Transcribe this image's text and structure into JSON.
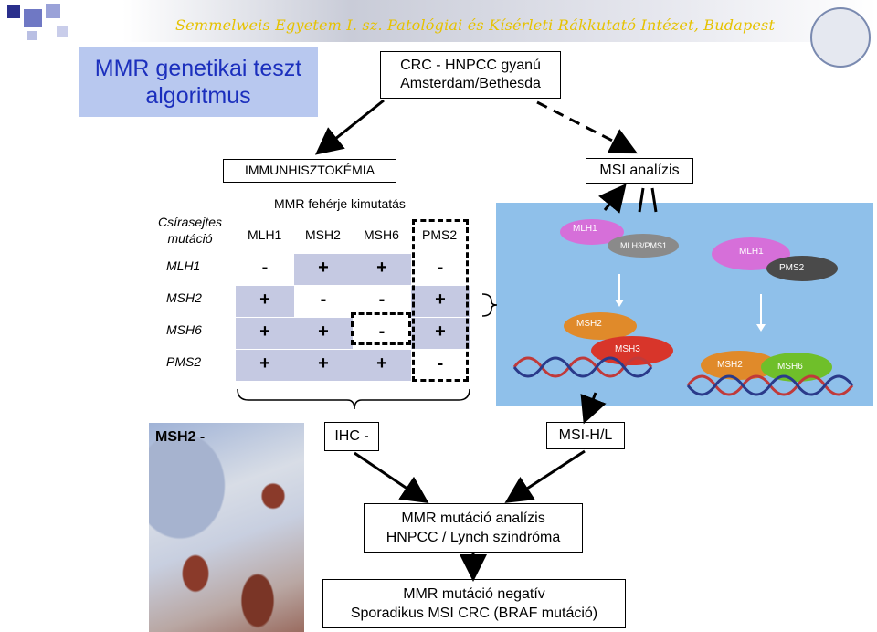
{
  "header": {
    "institute": "Semmelweis Egyetem I. sz. Patológiai és Kísérleti Rákkutató Intézet, Budapest"
  },
  "title": {
    "line1": "MMR genetikai teszt",
    "line2": "algoritmus"
  },
  "crc_box": {
    "line1": "CRC - HNPCC gyanú",
    "line2": "Amsterdam/Bethesda"
  },
  "ihc_title": "IMMUNHISZTOKÉMIA",
  "msi_title": "MSI analízis",
  "table": {
    "row_header": "Csírasejtes mutáció",
    "subtitle": "MMR fehérje kimutatás",
    "columns": [
      "MLH1",
      "MSH2",
      "MSH6",
      "PMS2"
    ],
    "rows": [
      {
        "label": "MLH1",
        "cells": [
          "-",
          "+",
          "+",
          "-"
        ]
      },
      {
        "label": "MSH2",
        "cells": [
          "+",
          "-",
          "-",
          "+"
        ]
      },
      {
        "label": "MSH6",
        "cells": [
          "+",
          "+",
          "-",
          "+"
        ]
      },
      {
        "label": "PMS2",
        "cells": [
          "+",
          "+",
          "+",
          "-"
        ]
      }
    ]
  },
  "msh2_label": "MSH2 -",
  "ihc_neg": "IHC -",
  "msih": "MSI-H/L",
  "mmr_box": {
    "line1": "MMR mutáció analízis",
    "line2": "HNPCC / Lynch szindróma"
  },
  "neg_box": {
    "line1": "MMR mutáció negatív",
    "line2": "Sporadikus MSI CRC (BRAF mutáció)"
  },
  "msi_proteins": [
    "MLH1",
    "MLH3/PMS1",
    "MSH2",
    "MSH3",
    "MLH1",
    "PMS2",
    "MSH2",
    "MSH6"
  ],
  "colors": {
    "title_bg": "#b8c8ef",
    "title_text": "#1b2fbd",
    "header_text": "#e6c200",
    "table_shade": "#c5c9e2"
  }
}
